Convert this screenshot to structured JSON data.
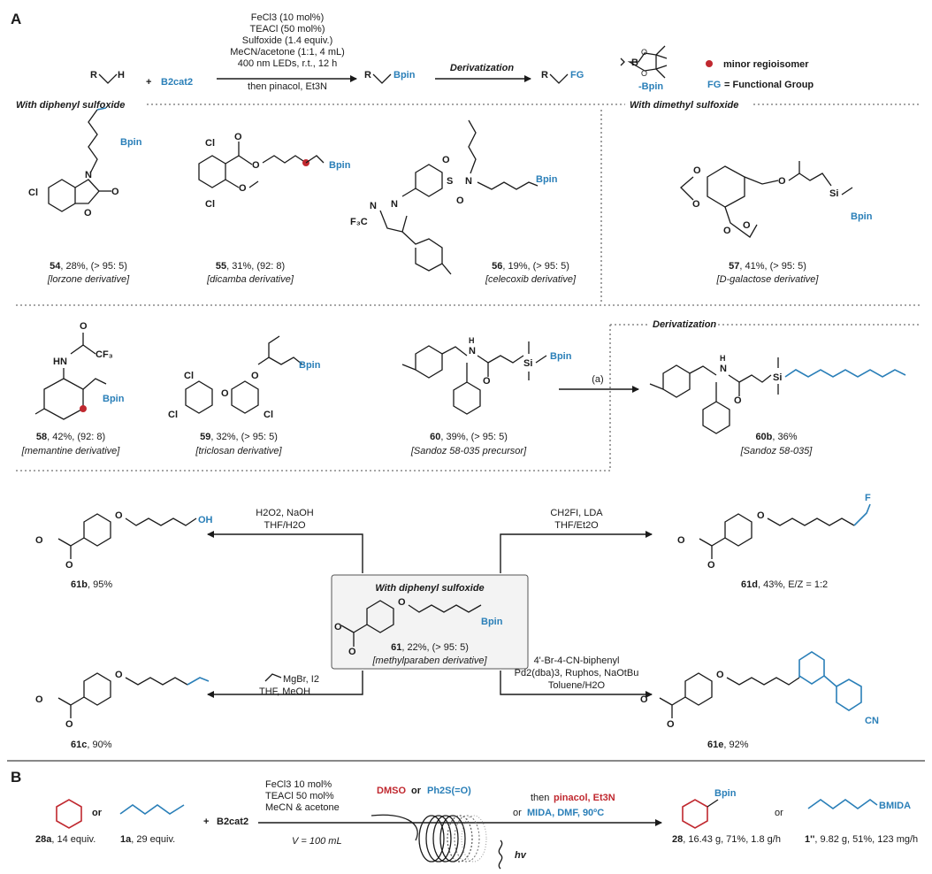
{
  "panel_a": {
    "label": "A",
    "scheme": {
      "reactant1": "R",
      "reactant2": "B2cat2",
      "conditions": [
        "FeCl3 (10 mol%)",
        "TEACl (50 mol%)",
        "Sulfoxide (1.4 equiv.)",
        "MeCN/acetone (1:1, 4 mL)",
        "400 nm LEDs, r.t., 12 h",
        "then pinacol, Et3N"
      ],
      "product": "Bpin",
      "derivatization_label": "Derivatization",
      "final_product": "FG",
      "bpin_label": "-Bpin",
      "legend_minor": "minor regioisomer",
      "legend_fg": "FG = Functional Group"
    },
    "sections": {
      "diphenyl": "With diphenyl sulfoxide",
      "dimethyl": "With dimethyl sulfoxide",
      "derivatization": "Derivatization"
    },
    "compounds": [
      {
        "id": "54",
        "result": ", 28%, (> 95: 5)",
        "source": "[lorzone derivative]"
      },
      {
        "id": "55",
        "result": ", 31%, (92: 8)",
        "source": "[dicamba derivative]"
      },
      {
        "id": "56",
        "result": ", 19%, (> 95: 5)",
        "source": "[celecoxib derivative]"
      },
      {
        "id": "57",
        "result": ", 41%, (> 95: 5)",
        "source": "[D-galactose derivative]"
      },
      {
        "id": "58",
        "result": ", 42%, (92: 8)",
        "source": "[memantine derivative]"
      },
      {
        "id": "59",
        "result": ", 32%, (> 95: 5)",
        "source": "[triclosan derivative]"
      },
      {
        "id": "60",
        "result": ", 39%, (> 95: 5)",
        "source": "[Sandoz 58-035 precursor]"
      },
      {
        "id": "60b",
        "result": ", 36%",
        "source": "[Sandoz 58-035]"
      }
    ],
    "step_a": "(a)",
    "center": {
      "title": "With diphenyl sulfoxide",
      "id": "61",
      "result": ", 22%, (> 95: 5)",
      "source": "[methylparaben derivative]"
    },
    "derivs": [
      {
        "id": "61b",
        "result": ", 95%",
        "conditions": [
          "H2O2, NaOH",
          "THF/H2O"
        ]
      },
      {
        "id": "61d",
        "result": ", 43%, E/Z = 1:2",
        "conditions": [
          "CH2FI, LDA",
          "THF/Et2O"
        ]
      },
      {
        "id": "61c",
        "result": ", 90%",
        "conditions": [
          "MgBr, I2",
          "THF, MeOH"
        ]
      },
      {
        "id": "61e",
        "result": ", 92%",
        "conditions": [
          "4'-Br-4-CN-biphenyl",
          "Pd2(dba)3, Ruphos, NaOtBu",
          "Toluene/H2O"
        ]
      }
    ]
  },
  "panel_b": {
    "label": "B",
    "reactant_28a": "28a",
    "reactant_28a_eq": ", 14 equiv.",
    "or": "or",
    "reactant_1a": "1a",
    "reactant_1a_eq": ", 29 equiv.",
    "plus": "+",
    "b2cat2": "B2cat2",
    "conditions": [
      "FeCl3 10 mol%",
      "TEACl 50 mol%",
      "MeCN & acetone"
    ],
    "sulfoxide_dmso": "DMSO",
    "sulfoxide_or": "or",
    "sulfoxide_ph2so": "Ph2S(=O)",
    "then": "then",
    "pinacol": "pinacol, Et3N",
    "or2": "or",
    "mida": "MIDA, DMF, 90ºC",
    "volume": "V = 100 mL",
    "hv": "hv",
    "product_28": "28",
    "product_28_data": ", 16.43 g, 71%, 1.8 g/h",
    "product_1": "1''",
    "product_1_data": ", 9.82 g, 51%, 123 mg/h",
    "bpin": "Bpin",
    "bmida": "BMIDA"
  }
}
